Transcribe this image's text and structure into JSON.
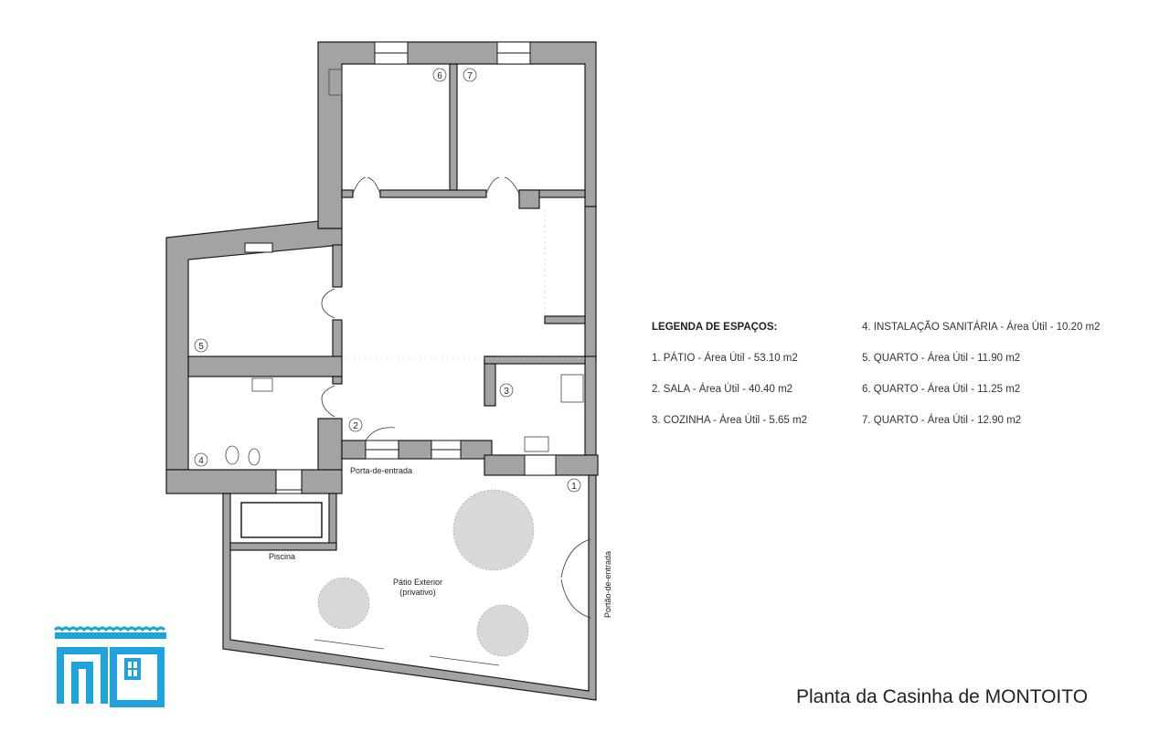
{
  "title": "Planta da Casinha de MONTOITO",
  "legend": {
    "heading": "LEGENDA DE ESPAÇOS:",
    "items": [
      {
        "num": 1,
        "text": "1. PÁTIO - Área Útil - 53.10 m2"
      },
      {
        "num": 2,
        "text": "2. SALA - Área Útil - 40.40 m2"
      },
      {
        "num": 3,
        "text": "3. COZINHA - Área Útil - 5.65 m2"
      },
      {
        "num": 4,
        "text": "4. INSTALAÇÃO SANITÁRIA - Área Útil - 10.20 m2"
      },
      {
        "num": 5,
        "text": "5. QUARTO - Área Útil - 11.90 m2"
      },
      {
        "num": 6,
        "text": "6. QUARTO - Área Útil - 11.25 m2"
      },
      {
        "num": 7,
        "text": "7. QUARTO - Área Útil - 12.90 m2"
      }
    ]
  },
  "plan": {
    "room_numbers": [
      "1",
      "2",
      "3",
      "4",
      "5",
      "6",
      "7"
    ],
    "labels": {
      "front_door": "Porta-de-entrada",
      "pool": "Piscina",
      "patio_line1": "Pátio Exterior",
      "patio_line2": "(privativo)",
      "gate": "Portão-de-entrada"
    }
  },
  "colors": {
    "wall_fill": "#a3a3a3",
    "wall_stroke": "#1a1a1a",
    "logo_blue": "#1ea3dc",
    "text": "#222222"
  },
  "logo": {
    "icon": "house-logo-icon"
  }
}
